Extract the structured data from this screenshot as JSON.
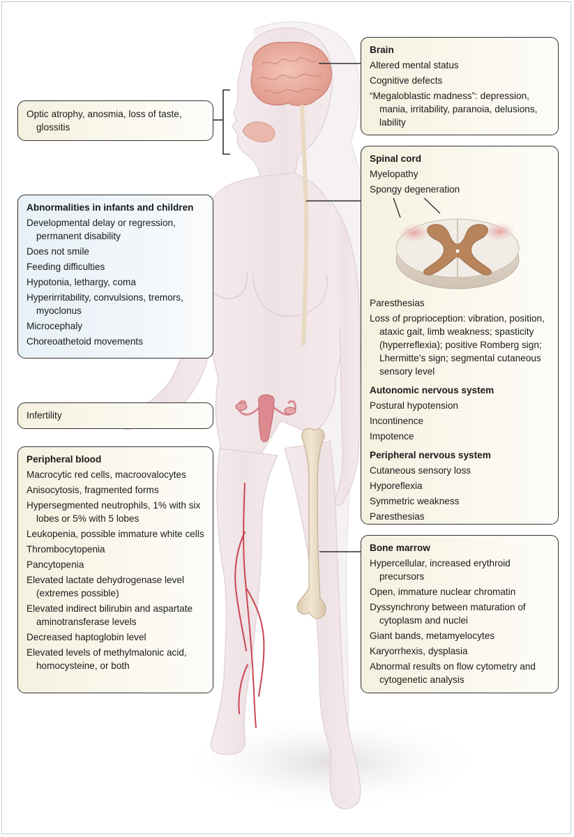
{
  "panels": {
    "brain": {
      "title": "Brain",
      "items": [
        "Altered mental status",
        "Cognitive defects",
        "“Megaloblastic madness”: depression, mania, irritability, paranoia, delusions, lability"
      ]
    },
    "senses": {
      "items": [
        "Optic atrophy, anosmia, loss of taste, glossitis"
      ]
    },
    "infants": {
      "title": "Abnormalities in infants and children",
      "items": [
        "Developmental delay or regression, permanent disability",
        "Does not smile",
        "Feeding difficulties",
        "Hypotonia, lethargy, coma",
        "Hyperirritability, convulsions, tremors, myoclonus",
        "Microcephaly",
        "Choreoathetoid movements"
      ]
    },
    "spinal_cord": {
      "title": "Spinal cord",
      "items_top": [
        "Myelopathy",
        "Spongy degeneration"
      ],
      "items_bottom": [
        "Paresthesias",
        "Loss of proprioception: vibration, position, ataxic gait, limb weakness; spasticity (hyperreflexia); positive Romberg sign; Lhermitte’s sign; segmental cutaneous sensory level"
      ]
    },
    "autonomic": {
      "title": "Autonomic nervous system",
      "items": [
        "Postural hypotension",
        "Incontinence",
        "Impotence"
      ]
    },
    "peripheral_nervous": {
      "title": "Peripheral nervous system",
      "items": [
        "Cutaneous sensory loss",
        "Hyporeflexia",
        "Symmetric weakness",
        "Paresthesias"
      ]
    },
    "infertility": {
      "items": [
        "Infertility"
      ]
    },
    "peripheral_blood": {
      "title": "Peripheral blood",
      "items": [
        "Macrocytic red cells, macroovalocytes",
        "Anisocytosis, fragmented forms",
        "Hypersegmented neutrophils, 1% with six lobes or 5% with 5 lobes",
        "Leukopenia, possible immature white cells",
        "Thrombocytopenia",
        "Pancytopenia",
        "Elevated lactate dehydrogenase level (extremes possible)",
        "Elevated indirect bilirubin and aspartate aminotransferase levels",
        "Decreased haptoglobin level",
        "Elevated levels of methylmalonic acid, homocysteine, or both"
      ]
    },
    "bone_marrow": {
      "title": "Bone marrow",
      "items": [
        "Hypercellular, increased erythroid precursors",
        "Open, immature nuclear chromatin",
        "Dyssynchrony between maturation of cytoplasm and nuclei",
        "Giant bands, metamyelocytes",
        "Karyorrhexis, dysplasia",
        "Abnormal results on flow cytometry and cytogenetic analysis"
      ]
    }
  },
  "colors": {
    "box_border": "#2f2f2f",
    "cream_fill": "#f5f1e0",
    "blue_fill": "#e7f1f7",
    "body_fill": "#f1e6e8",
    "brain": "#e8a99c",
    "uterus": "#d97f84",
    "bone": "#e9dcc4",
    "vein": "#c9464f",
    "cord_gray_matter": "#b8845c",
    "cord_white_matter": "#efe9e1"
  }
}
